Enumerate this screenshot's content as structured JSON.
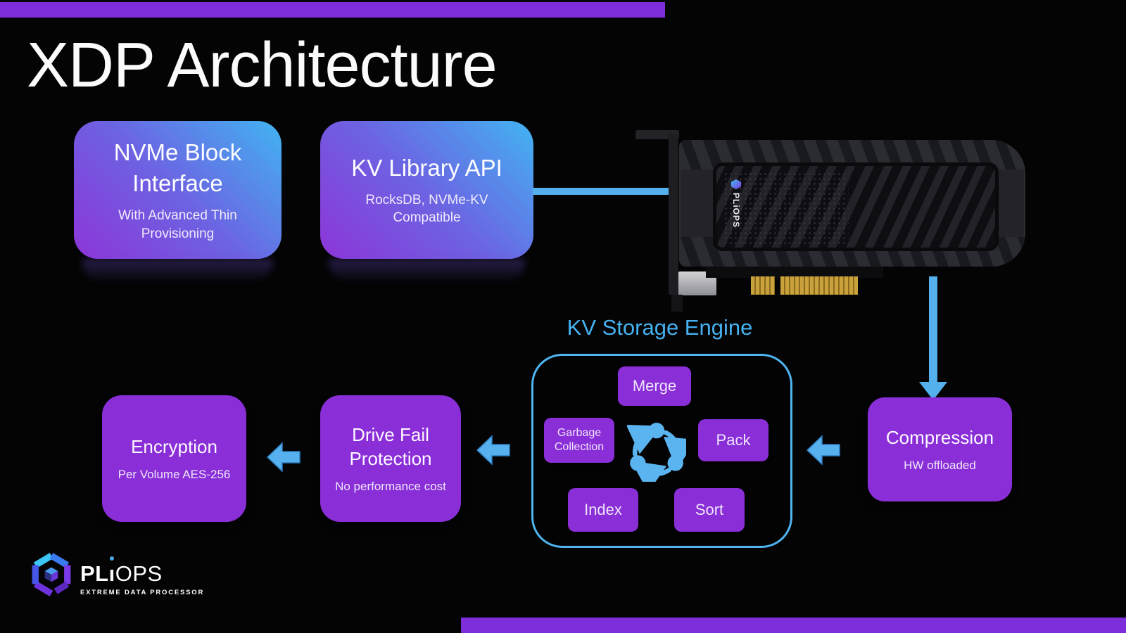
{
  "slide": {
    "title": "XDP Architecture"
  },
  "top_boxes": {
    "nvme": {
      "title": "NVMe Block Interface",
      "subtitle": "With Advanced Thin Provisioning"
    },
    "kv_api": {
      "title": "KV Library API",
      "subtitle": "RocksDB, NVMe-KV Compatible"
    }
  },
  "kv_engine": {
    "title": "KV Storage Engine",
    "nodes": {
      "merge": "Merge",
      "garbage_collection": "Garbage Collection",
      "pack": "Pack",
      "index": "Index",
      "sort": "Sort"
    }
  },
  "pipeline": {
    "compression": {
      "title": "Compression",
      "subtitle": "HW offloaded"
    },
    "drive_fail": {
      "title": "Drive Fail Protection",
      "subtitle": "No performance cost"
    },
    "encryption": {
      "title": "Encryption",
      "subtitle": "Per Volume AES-256"
    }
  },
  "branding": {
    "logo_pl": "PL",
    "logo_i": "ı",
    "logo_ops": "OPS",
    "tagline": "EXTREME DATA PROCESSOR",
    "card_logo_text": "PLiOPS"
  },
  "colors": {
    "accent_purple": "#7d2dd9",
    "box_purple": "#8a2ed8",
    "arrow_blue": "#55b0ee",
    "gradient_from": "#41b4f2",
    "gradient_to": "#8d35d8",
    "engine_title_blue": "#46b2f2"
  }
}
